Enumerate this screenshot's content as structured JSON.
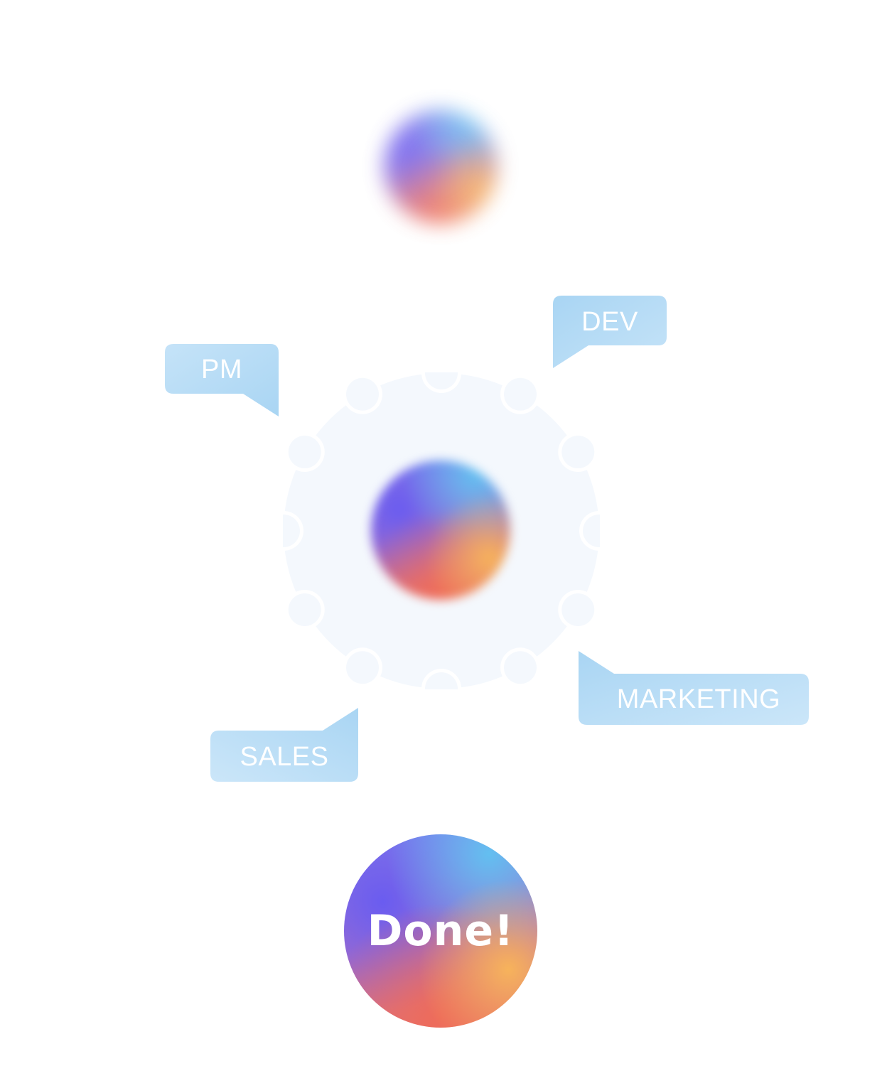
{
  "tags": {
    "pm": "PM",
    "dev": "DEV",
    "marketing": "MARKETING",
    "sales": "SALES"
  },
  "done_button": {
    "label": "Done!"
  },
  "icons": {
    "hub": "gear-icon",
    "orb": "gradient-orb"
  },
  "colors": {
    "tag_fill": "#aed8f5",
    "gear_fill": "#f4f8fd",
    "orb_blue": "#63bff0",
    "orb_indigo": "#6a5cf0",
    "orb_orange": "#f7b35b",
    "orb_red": "#ee6c5a"
  }
}
